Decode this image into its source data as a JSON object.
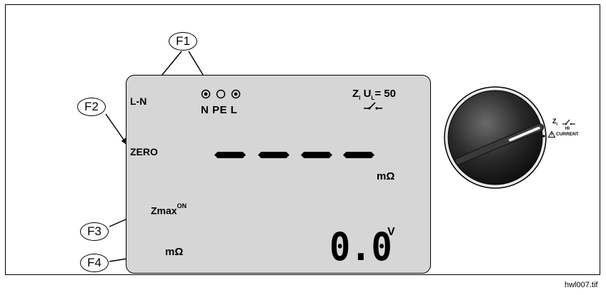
{
  "callouts": {
    "f1": "F1",
    "f2": "F2",
    "f3": "F3",
    "f4": "F4"
  },
  "display": {
    "mode_label": "L-N",
    "terminals": "N PE L",
    "zero_label": "ZERO",
    "zmax_label": "Zmax",
    "zmax_superscript": "ON",
    "bottom_unit": "mΩ",
    "top_right_zi": "Z",
    "top_right_zi_sub": "I",
    "top_right_u": "U",
    "top_right_u_sub": "L",
    "top_right_value": "= 50",
    "unit_mohm": "mΩ",
    "reading": "0.0",
    "reading_unit": "V"
  },
  "dial": {
    "label_zi": "Z",
    "label_zi_sub": "I",
    "label_hi": "HI",
    "label_current": "CURRENT"
  },
  "caption": "hwl007.tif",
  "colors": {
    "lcd_background": "#d6d6d6",
    "knob_dark": "#1a1a1a"
  }
}
